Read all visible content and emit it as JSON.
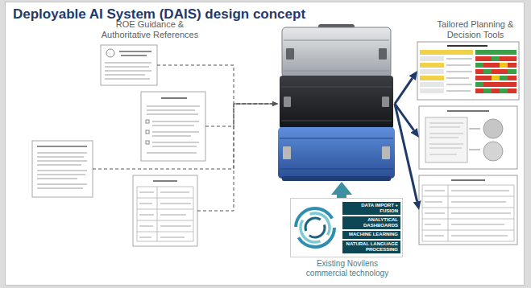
{
  "diagram": {
    "title": "Deployable AI System (DAIS) design concept",
    "nodes": [
      {},
      {},
      {},
      {},
      {},
      {},
      {},
      {},
      {
        "text": [
          "Existing Novilens commercial technology"
        ]
      },
      {
        "text": [
          "DATA IMPORT + FUSION"
        ],
        "in": 8
      },
      {
        "text": [
          "ANALYTICAL DASHBOARDS"
        ],
        "in": 8
      },
      {
        "text": [
          "MACHINE LEARNING"
        ],
        "in": 8
      },
      {
        "text": [
          "NATURAL LANGUAGE PROCESSING"
        ],
        "in": 8
      }
    ],
    "edges": [
      {
        "from": 0,
        "to": 4,
        "arrow": "to"
      },
      {
        "from": 1,
        "to": 4,
        "arrow": "to"
      },
      {
        "from": 2,
        "to": 4,
        "arrow": "to"
      },
      {
        "from": 3,
        "to": 4,
        "arrow": "to"
      },
      {
        "from": 4,
        "to": 5,
        "arrow": "to"
      },
      {
        "from": 4,
        "to": 6,
        "arrow": "to"
      },
      {
        "from": 4,
        "to": 7,
        "arrow": "to"
      },
      {
        "from": 8,
        "to": 4,
        "arrow": "to"
      }
    ],
    "labels": [
      "ROE Guidance & Authoritative References",
      "Tailored Planning & Decision Tools"
    ]
  }
}
